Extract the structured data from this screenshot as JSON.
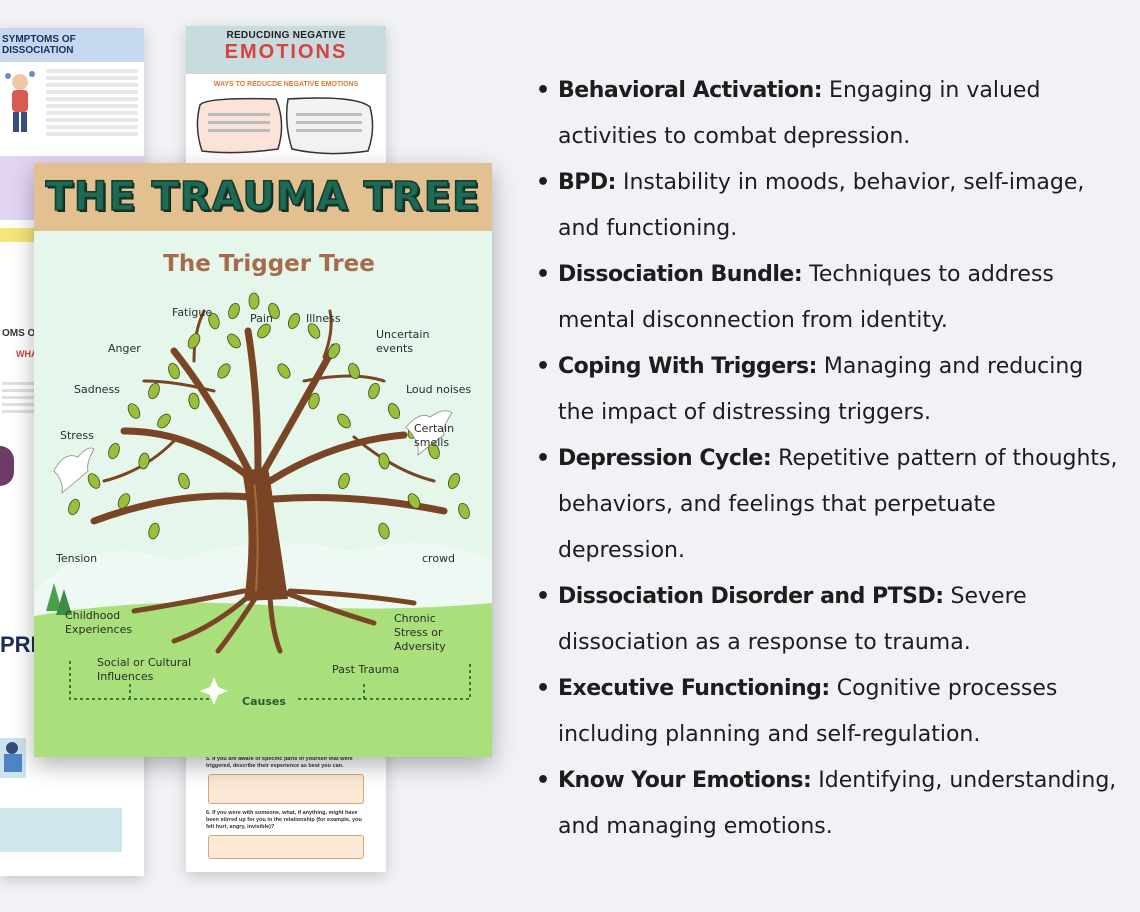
{
  "left_page": {
    "header": "SYMPTOMS OF DISSOCIATION",
    "heading2": "OMS OF SOCIAT",
    "heading3": "WHAT",
    "big": "PRI"
  },
  "mid_page": {
    "sub": "REDUCDING NEGATIVE",
    "title": "EMOTIONS",
    "ways": "WAYS TO REDUCDE NEGATIVE EMOTIONS",
    "q5": "5. If you are aware of specific parts of yourself that were triggered, describe their experience as best you can.",
    "q6": "6. If you were with someone, what, if anything, might have been stirred up for you in the relationship (for example, you felt hurt, angry, invisible)?"
  },
  "poster": {
    "title": "THE TRAUMA TREE",
    "subtitle": "The Trigger Tree",
    "triggers": {
      "fatigue": "Fatigue",
      "pain": "Pain",
      "illness": "Illness",
      "uncertain": "Uncertain events",
      "anger": "Anger",
      "sadness": "Sadness",
      "loud": "Loud noises",
      "stress": "Stress",
      "smells": "Certain smells",
      "tension": "Tension",
      "crowd": "crowd"
    },
    "roots": {
      "childhood": "Childhood Experiences",
      "chronic": "Chronic Stress or Adversity",
      "social": "Social or Cultural Influences",
      "past": "Past Trauma",
      "causes": "Causes"
    }
  },
  "definitions": [
    {
      "term": "Behavioral Activation:",
      "desc": "Engaging in valued activities to combat depression."
    },
    {
      "term": "BPD:",
      "desc": "Instability in moods, behavior, self-image, and functioning."
    },
    {
      "term": "Dissociation Bundle:",
      "desc": "Techniques to address mental disconnection from identity."
    },
    {
      "term": "Coping With Triggers:",
      "desc": "Managing and reducing the impact of distressing triggers."
    },
    {
      "term": "Depression Cycle:",
      "desc": "Repetitive pattern of thoughts, behaviors, and feelings that perpetuate depression."
    },
    {
      "term": "Dissociation Disorder and PTSD:",
      "desc": "Severe dissociation as a response to trauma."
    },
    {
      "term": "Executive Functioning:",
      "desc": "Cognitive processes including planning and self-regulation."
    },
    {
      "term": "Know Your Emotions:",
      "desc": "Identifying, understanding, and managing emotions."
    }
  ],
  "colors": {
    "poster_header": "#e2c08f",
    "poster_title": "#1d6a55",
    "trunk": "#7a4524",
    "leaf": "#9bbf3a",
    "grass": "#a9e07c"
  }
}
